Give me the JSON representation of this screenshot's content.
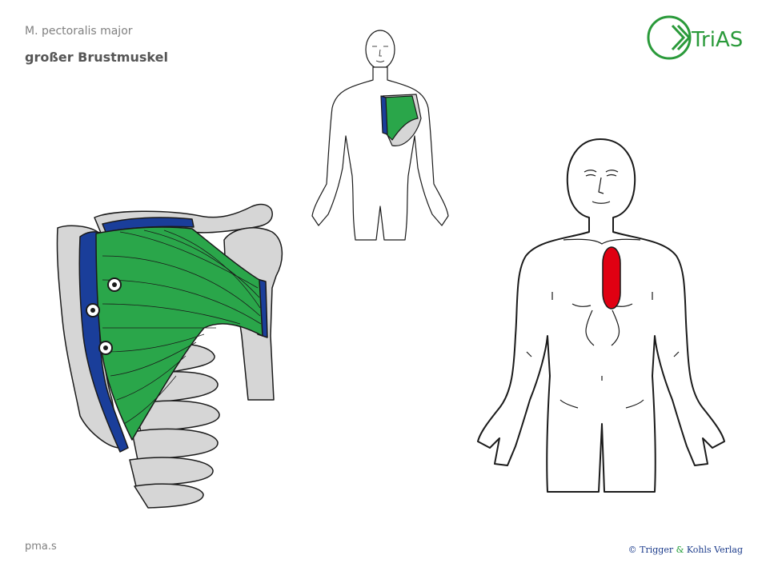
{
  "header": {
    "latin_name": "M. pectoralis major",
    "german_name": "großer Brustmuskel"
  },
  "footer": {
    "code": "pma.s",
    "copyright_prefix": "© Trigger ",
    "copyright_amp": "&",
    "copyright_suffix": " Kohls Verlag"
  },
  "logo": {
    "text": "TriAS",
    "color": "#2a9a3a"
  },
  "colors": {
    "muscle": "#2aa64a",
    "attachment": "#1a3e9a",
    "bone": "#d6d6d6",
    "pain_zone": "#e00012",
    "outline": "#1a1a1a"
  },
  "trigger_points": [
    {
      "name": "trigger-point-1"
    },
    {
      "name": "trigger-point-2"
    },
    {
      "name": "trigger-point-3"
    }
  ]
}
